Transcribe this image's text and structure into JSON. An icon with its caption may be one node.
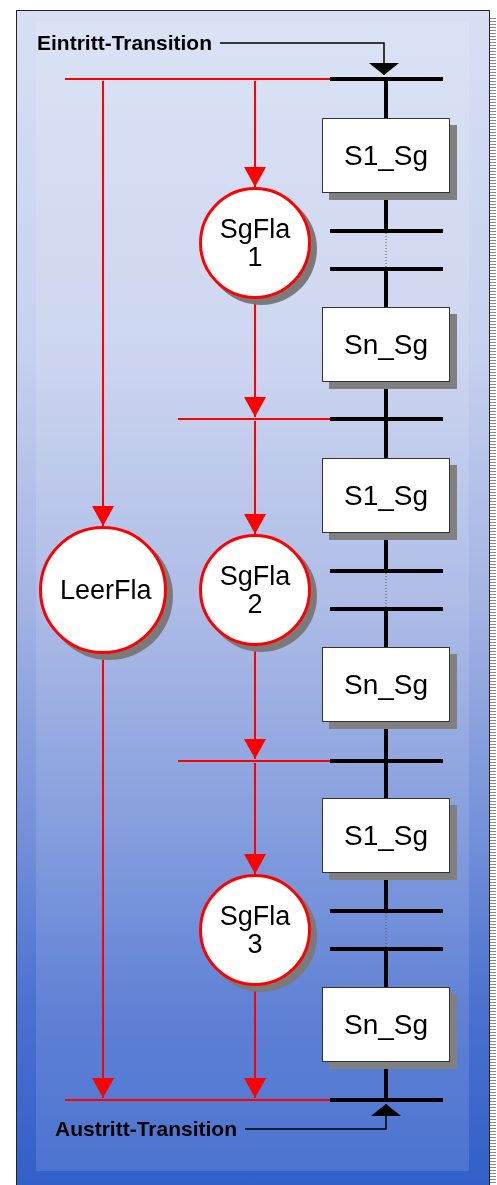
{
  "diagram": {
    "nodes": [
      {
        "text": [
          "Eintritt-Transition"
        ]
      },
      {
        "text": [],
        "shape": "bar"
      },
      {
        "text": [
          "S1_Sg"
        ]
      },
      {
        "text": [
          "SgFla 1"
        ]
      },
      {
        "text": [],
        "shape": "bar"
      },
      {
        "text": [],
        "shape": "bar"
      },
      {
        "text": [
          "Sn_Sg"
        ]
      },
      {
        "text": [],
        "shape": "bar"
      },
      {
        "text": [
          "S1_Sg"
        ]
      },
      {
        "text": [
          "LeerFla"
        ]
      },
      {
        "text": [
          "SgFla 2"
        ]
      },
      {
        "text": [],
        "shape": "bar"
      },
      {
        "text": [],
        "shape": "bar"
      },
      {
        "text": [
          "Sn_Sg"
        ]
      },
      {
        "text": [],
        "shape": "bar"
      },
      {
        "text": [
          "S1_Sg"
        ]
      },
      {
        "text": [
          "SgFla 3"
        ]
      },
      {
        "text": [],
        "shape": "bar"
      },
      {
        "text": [],
        "shape": "bar"
      },
      {
        "text": [
          "Sn_Sg"
        ]
      },
      {
        "text": [],
        "shape": "bar"
      },
      {
        "text": [
          "Austritt-Transition"
        ]
      }
    ],
    "edges": [
      {
        "from": 0,
        "to": 1,
        "arrow": "to"
      },
      {
        "from": 1,
        "to": 2,
        "arrow": "none",
        "style": "thick"
      },
      {
        "from": 2,
        "to": 4,
        "arrow": "none",
        "style": "thick"
      },
      {
        "from": 4,
        "to": 5,
        "arrow": "none",
        "style": "dashed"
      },
      {
        "from": 5,
        "to": 6,
        "arrow": "none",
        "style": "thick"
      },
      {
        "from": 6,
        "to": 7,
        "arrow": "none",
        "style": "thick"
      },
      {
        "from": 7,
        "to": 8,
        "arrow": "none",
        "style": "thick"
      },
      {
        "from": 8,
        "to": 11,
        "arrow": "none",
        "style": "thick"
      },
      {
        "from": 11,
        "to": 12,
        "arrow": "none",
        "style": "dashed"
      },
      {
        "from": 12,
        "to": 13,
        "arrow": "none",
        "style": "thick"
      },
      {
        "from": 13,
        "to": 14,
        "arrow": "none",
        "style": "thick"
      },
      {
        "from": 14,
        "to": 15,
        "arrow": "none",
        "style": "thick"
      },
      {
        "from": 15,
        "to": 17,
        "arrow": "none",
        "style": "thick"
      },
      {
        "from": 17,
        "to": 18,
        "arrow": "none",
        "style": "dashed"
      },
      {
        "from": 18,
        "to": 19,
        "arrow": "none",
        "style": "thick"
      },
      {
        "from": 19,
        "to": 20,
        "arrow": "none",
        "style": "thick"
      },
      {
        "from": 21,
        "to": 20,
        "arrow": "to"
      },
      {
        "from": 1,
        "to": 9,
        "arrow": "to",
        "color": "#ff0000"
      },
      {
        "from": 1,
        "to": 3,
        "arrow": "to",
        "color": "#ff0000"
      },
      {
        "from": 3,
        "to": 7,
        "arrow": "to",
        "color": "#ff0000"
      },
      {
        "from": 7,
        "to": 10,
        "arrow": "to",
        "color": "#ff0000"
      },
      {
        "from": 10,
        "to": 14,
        "arrow": "to",
        "color": "#ff0000"
      },
      {
        "from": 14,
        "to": 16,
        "arrow": "to",
        "color": "#ff0000"
      },
      {
        "from": 16,
        "to": 20,
        "arrow": "to",
        "color": "#ff0000"
      },
      {
        "from": 9,
        "to": 20,
        "arrow": "to",
        "color": "#ff0000"
      }
    ]
  }
}
